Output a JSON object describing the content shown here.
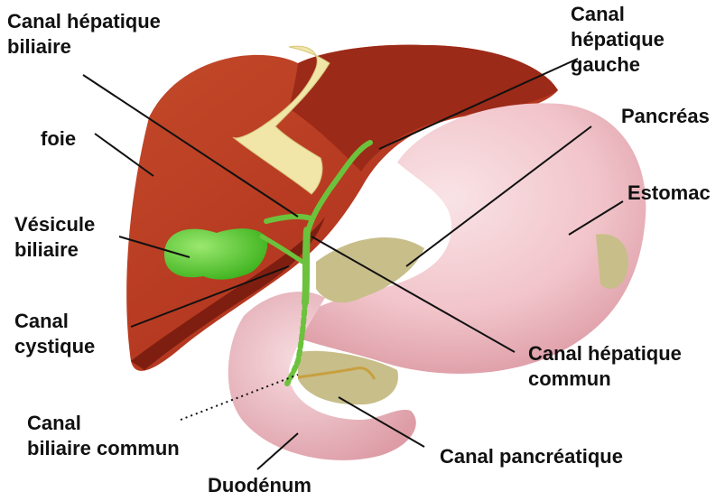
{
  "diagram": {
    "labels": {
      "canal_hepatique_biliaire": [
        "Canal hépatique",
        "biliaire"
      ],
      "canal_hepatique_gauche": [
        "Canal",
        "hépatique",
        "gauche"
      ],
      "pancreas": "Pancréas",
      "foie": "foie",
      "estomac": "Estomac",
      "vesicule_biliaire": [
        "Vésicule",
        "biliaire"
      ],
      "canal_cystique": [
        "Canal",
        "cystique"
      ],
      "canal_hepatique_commun": [
        "Canal hépatique",
        "commun"
      ],
      "canal_biliaire_commun": [
        "Canal",
        "biliaire commun"
      ],
      "canal_pancreatique": "Canal pancréatique",
      "duodenum": "Duodénum"
    },
    "colors": {
      "liver": "#b3361f",
      "liver_dark": "#8e2414",
      "liver_light": "#c9502f",
      "ligament": "#f1e6a8",
      "gallbladder": "#5ed13a",
      "duct": "#6cc23c",
      "stomach": "#f1c4ca",
      "stomach_shade": "#e2a6af",
      "pancreas": "#c8be8a",
      "leader_line": "#111111"
    }
  }
}
